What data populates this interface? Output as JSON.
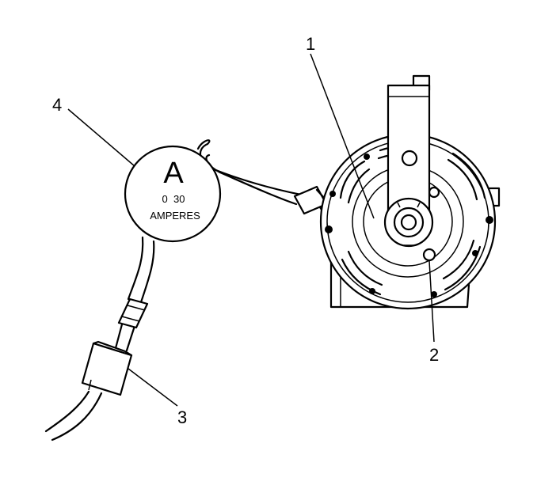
{
  "meter": {
    "symbol": "A",
    "scale": "0  30",
    "unit": "AMPERES"
  },
  "callouts": {
    "c1": "1",
    "c2": "2",
    "c3": "3",
    "c4": "4"
  }
}
